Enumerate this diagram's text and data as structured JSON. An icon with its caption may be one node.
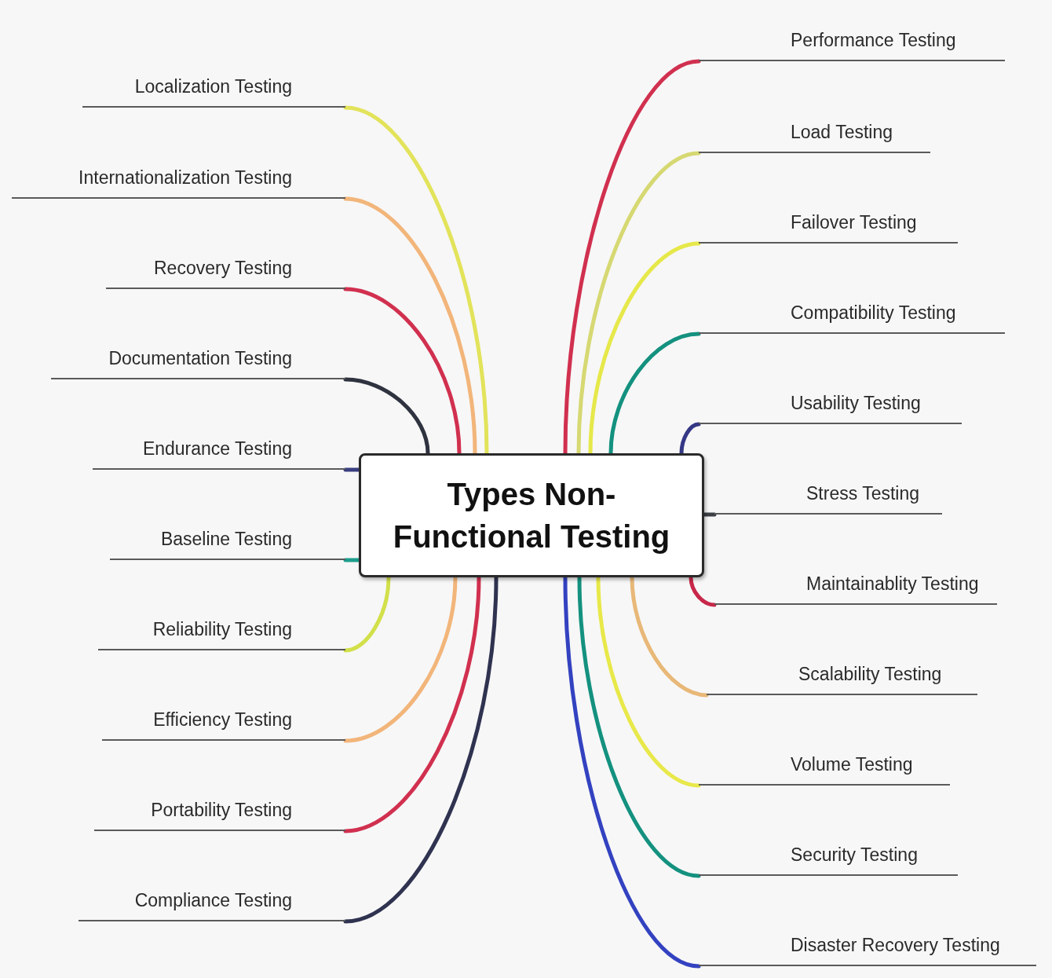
{
  "diagram": {
    "nodes": [
      {
        "text": [
          "Types Non-Functional Testing"
        ]
      },
      {
        "text": [
          "Localization Testing"
        ]
      },
      {
        "text": [
          "Internationalization Testing"
        ]
      },
      {
        "text": [
          "Recovery Testing"
        ]
      },
      {
        "text": [
          "Documentation Testing"
        ]
      },
      {
        "text": [
          "Endurance Testing"
        ]
      },
      {
        "text": [
          "Baseline Testing"
        ]
      },
      {
        "text": [
          "Reliability Testing"
        ]
      },
      {
        "text": [
          "Efficiency Testing"
        ]
      },
      {
        "text": [
          "Portability Testing"
        ]
      },
      {
        "text": [
          "Compliance Testing"
        ]
      },
      {
        "text": [
          "Performance Testing"
        ]
      },
      {
        "text": [
          "Load Testing"
        ]
      },
      {
        "text": [
          "Failover Testing"
        ]
      },
      {
        "text": [
          "Compatibility Testing"
        ]
      },
      {
        "text": [
          "Usability Testing"
        ]
      },
      {
        "text": [
          "Stress Testing"
        ]
      },
      {
        "text": [
          "Maintainablity Testing"
        ]
      },
      {
        "text": [
          "Scalability Testing"
        ]
      },
      {
        "text": [
          "Volume Testing"
        ]
      },
      {
        "text": [
          "Security Testing"
        ]
      },
      {
        "text": [
          "Disaster Recovery Testing"
        ]
      }
    ],
    "edges": [
      {
        "from": 0,
        "to": 1,
        "arrow": "none",
        "color": "#e2e35a"
      },
      {
        "from": 0,
        "to": 2,
        "arrow": "none",
        "color": "#f2b57a"
      },
      {
        "from": 0,
        "to": 3,
        "arrow": "none",
        "color": "#d1304f"
      },
      {
        "from": 0,
        "to": 4,
        "arrow": "none",
        "color": "#2f3340"
      },
      {
        "from": 0,
        "to": 5,
        "arrow": "none",
        "color": "#3a3f80"
      },
      {
        "from": 0,
        "to": 6,
        "arrow": "none",
        "color": "#1c9e8c"
      },
      {
        "from": 0,
        "to": 7,
        "arrow": "none",
        "color": "#d2e04a"
      },
      {
        "from": 0,
        "to": 8,
        "arrow": "none",
        "color": "#f2b57a"
      },
      {
        "from": 0,
        "to": 9,
        "arrow": "none",
        "color": "#d1304f"
      },
      {
        "from": 0,
        "to": 10,
        "arrow": "none",
        "color": "#2f3350"
      },
      {
        "from": 0,
        "to": 11,
        "arrow": "none",
        "color": "#d1304f"
      },
      {
        "from": 0,
        "to": 12,
        "arrow": "none",
        "color": "#d6d872"
      },
      {
        "from": 0,
        "to": 13,
        "arrow": "none",
        "color": "#e6e84a"
      },
      {
        "from": 0,
        "to": 14,
        "arrow": "none",
        "color": "#14917f"
      },
      {
        "from": 0,
        "to": 15,
        "arrow": "none",
        "color": "#353885"
      },
      {
        "from": 0,
        "to": 16,
        "arrow": "none",
        "color": "#3c3f44"
      },
      {
        "from": 0,
        "to": 17,
        "arrow": "none",
        "color": "#c8284a"
      },
      {
        "from": 0,
        "to": 18,
        "arrow": "none",
        "color": "#e8b878"
      },
      {
        "from": 0,
        "to": 19,
        "arrow": "none",
        "color": "#e8e84a"
      },
      {
        "from": 0,
        "to": 20,
        "arrow": "none",
        "color": "#14917f"
      },
      {
        "from": 0,
        "to": 21,
        "arrow": "none",
        "color": "#3342c0"
      }
    ]
  }
}
